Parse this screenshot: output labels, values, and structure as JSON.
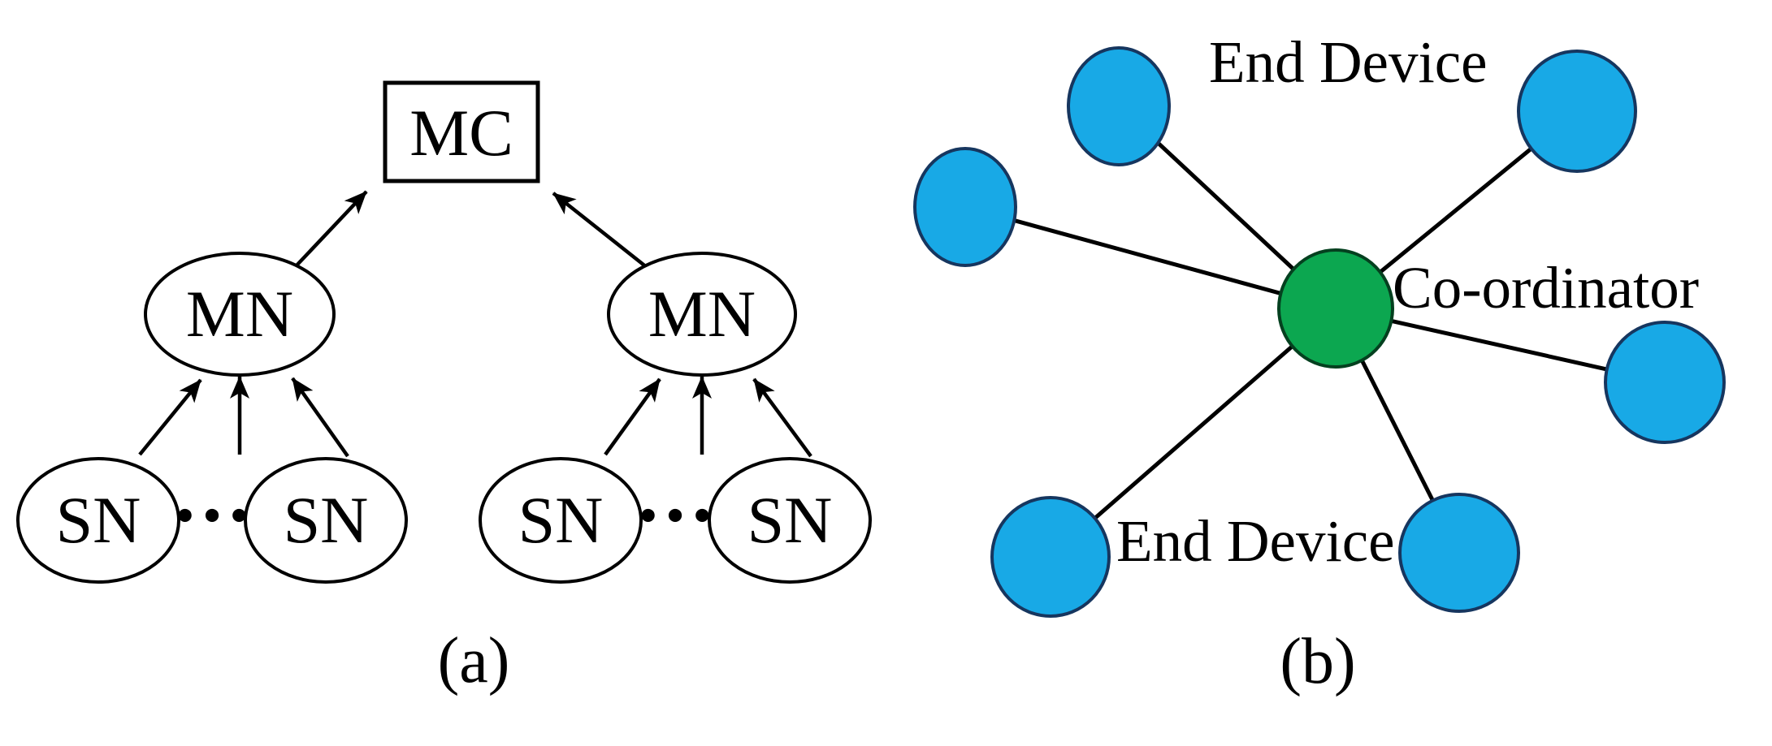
{
  "panel_a": {
    "caption": "(a)",
    "mc_label": "MC",
    "mn_label": "MN",
    "sn_label": "SN",
    "ellipsis": "···"
  },
  "panel_b": {
    "caption": "(b)",
    "end_device_top_label": "End Device",
    "end_device_bottom_label": "End Device",
    "coordinator_label": "Co-ordinator"
  },
  "colors": {
    "background": "#FFFFFF",
    "outline": "#000000",
    "node_fill": "#FFFFFF",
    "end_device_fill": "#18A9E6",
    "end_device_stroke": "#16365F",
    "coordinator_fill": "#0CA750",
    "coordinator_stroke": "#04401F"
  }
}
